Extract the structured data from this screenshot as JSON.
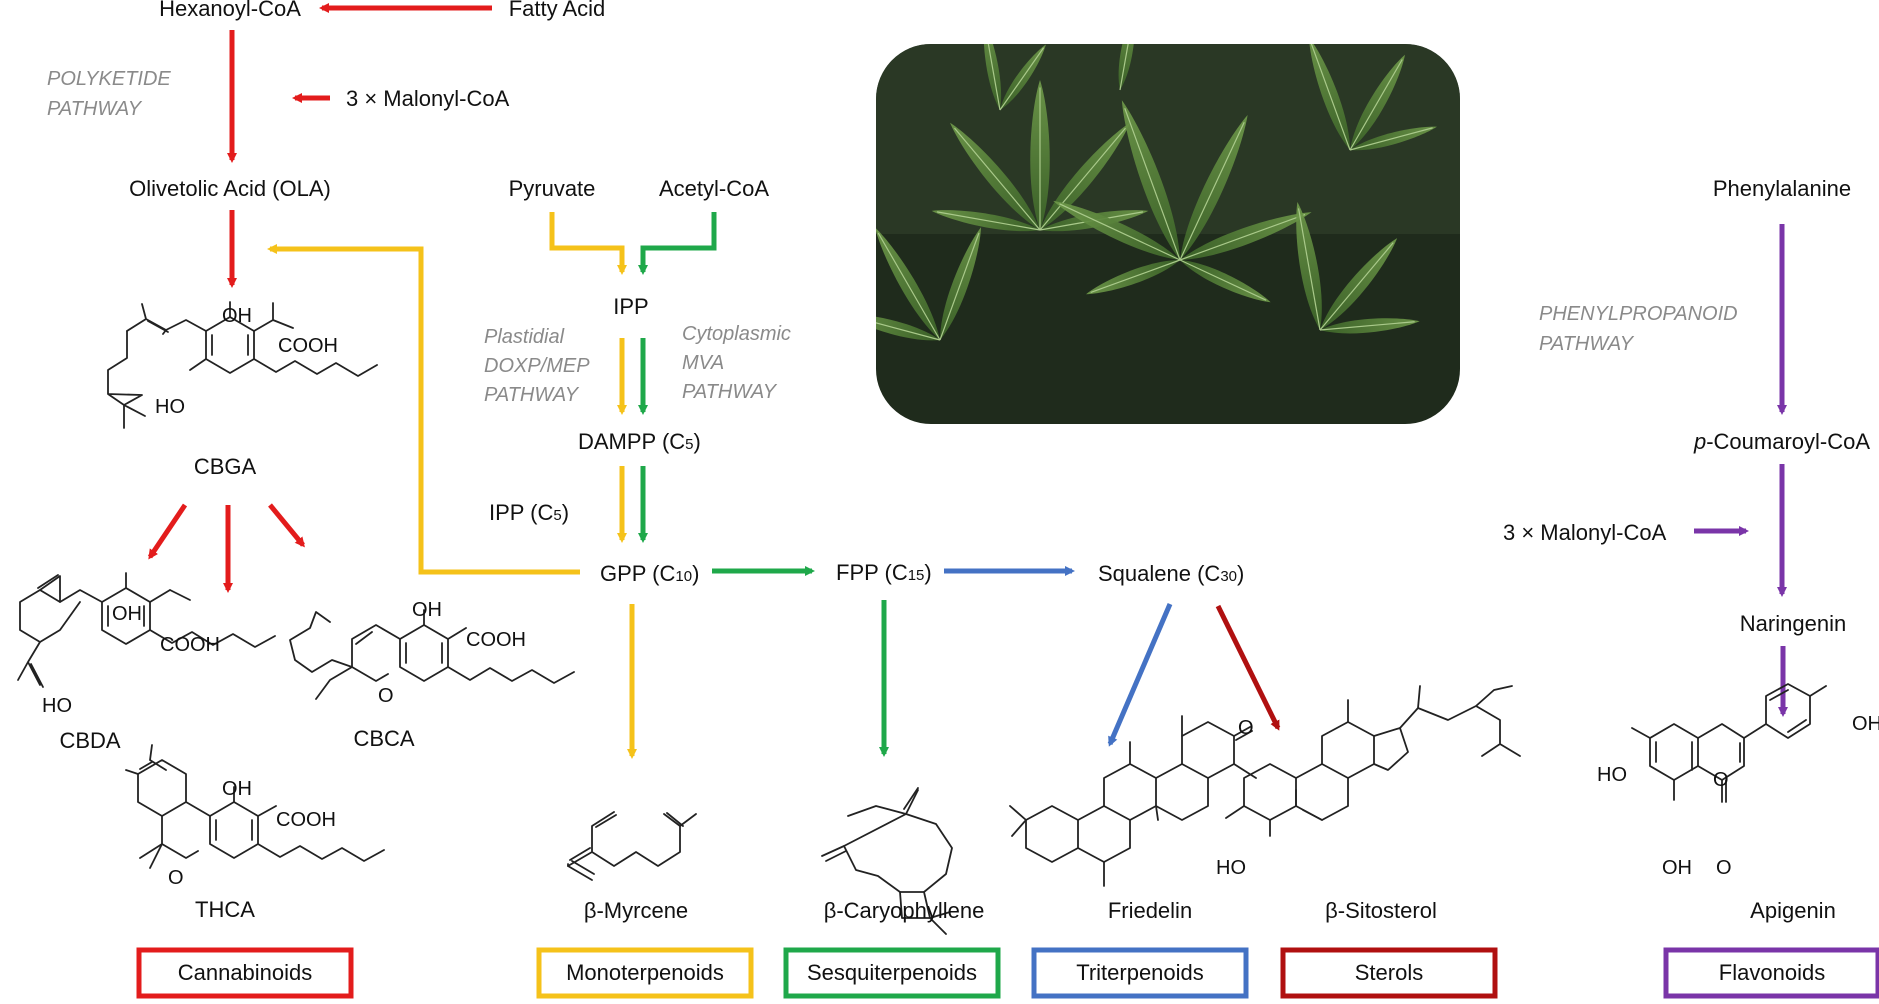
{
  "colors": {
    "red": "#e31c1c",
    "yellow": "#f5c21a",
    "green": "#1fa84a",
    "blue": "#4472c4",
    "darkred": "#b01010",
    "purple": "#7a35a8",
    "note": "#8a8a8a"
  },
  "compounds": {
    "hexanoyl_coa": "Hexanoyl-CoA",
    "fatty_acid": "Fatty Acid",
    "malonyl_coa_left": "3 × Malonyl-CoA",
    "ola": "Olivetolic Acid (OLA)",
    "pyruvate": "Pyruvate",
    "acetyl_coa": "Acetyl-CoA",
    "ipp": "IPP",
    "dampp": "DAMPP (C",
    "dampp_sub": "5",
    "ipp_c5": "IPP (C",
    "ipp_c5_sub": "5",
    "gpp": "GPP (C",
    "gpp_sub": "10",
    "fpp": "FPP (C",
    "fpp_sub": "15",
    "squalene": "Squalene (C",
    "squalene_sub": "30",
    "phenylalanine": "Phenylalanine",
    "coumaroyl_italic": "p",
    "coumaroyl": "-Coumaroyl-CoA",
    "malonyl_coa_right": "3 × Malonyl-CoA",
    "naringenin": "Naringenin",
    "close_paren": ")"
  },
  "pathways": {
    "polyketide_1": "POLYKETIDE",
    "polyketide_2": "PATHWAY",
    "dxp_1": "Plastidial",
    "dxp_2": "DOXP/MEP",
    "dxp_3": "PATHWAY",
    "mva_1": "Cytoplasmic",
    "mva_2": "MVA",
    "mva_3": "PATHWAY",
    "phenyl_1": "PHENYLPROPANOID",
    "phenyl_2": "PATHWAY"
  },
  "structures": {
    "cbga": "CBGA",
    "cbda": "CBDA",
    "cbca": "CBCA",
    "thca": "THCA",
    "myrcene": "β-Myrcene",
    "caryophyllene": "β-Caryophyllene",
    "friedelin": "Friedelin",
    "sitosterol": "β-Sitosterol",
    "apigenin": "Apigenin",
    "oh": "OH",
    "ho": "HO",
    "cooh": "COOH",
    "o": "O"
  },
  "categories": {
    "cannabinoids": "Cannabinoids",
    "monoterpenoids": "Monoterpenoids",
    "sesquiterpenoids": "Sesquiterpenoids",
    "triterpenoids": "Triterpenoids",
    "sterols": "Sterols",
    "flavonoids": "Flavonoids"
  },
  "photo": {
    "subject": "cannabis-leaves-photo"
  }
}
